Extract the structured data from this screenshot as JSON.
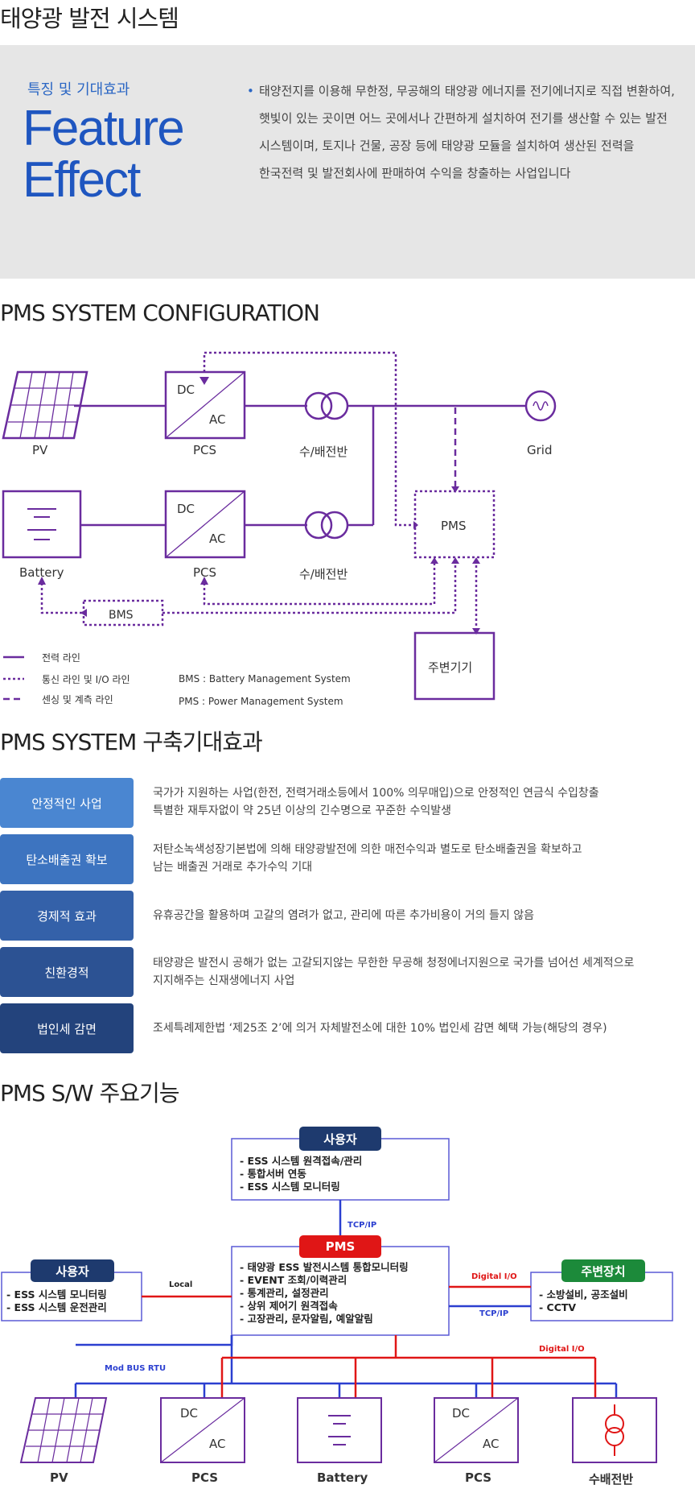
{
  "page_title": "태양광 발전 시스템",
  "feature": {
    "subtitle": "특징 및 기대효과",
    "big_line1": "Feature",
    "big_line2": "Effect",
    "bullet": "•",
    "lines": [
      "태양전지를 이용해 무한정, 무공해의 태양광 에너지를 전기에너지로 직접 변환하여,",
      "햇빛이 있는 곳이면 어느 곳에서나 간편하게 설치하여 전기를 생산할 수 있는 발전",
      "시스템이며, 토지나 건물, 공장 등에 태양광 모듈을 설치하여 생산된 전력을",
      "한국전력 및 발전회사에 판매하여 수익을 창출하는 사업입니다"
    ]
  },
  "config": {
    "title": "PMS SYSTEM CONFIGURATION",
    "pv": "PV",
    "pcs1": "PCS",
    "pcs2": "PCS",
    "dc": "DC",
    "ac": "AC",
    "switchboard1": "수/배전반",
    "switchboard2": "수/배전반",
    "grid": "Grid",
    "battery": "Battery",
    "pms": "PMS",
    "bms": "BMS",
    "peripheral": "주변기기",
    "legend": {
      "power": "전력 라인",
      "comm": "통신 라인 및 I/O 라인",
      "sensing": "센싱 및 계측 라인",
      "bms_def": "BMS : Battery Management System",
      "pms_def": "PMS : Power Management System"
    },
    "colors": {
      "line": "#6a2c9e"
    }
  },
  "effects": {
    "title": "PMS SYSTEM 구축기대효과",
    "items": [
      {
        "label": "안정적인 사업",
        "color": "#4a86d1",
        "text1": "국가가 지원하는 사업(한전, 전력거래소등에서 100% 의무매입)으로 안정적인 연금식 수입창출",
        "text2": "특별한 재투자없이 약 25년 이상의 긴수명으로 꾸준한 수익발생"
      },
      {
        "label": "탄소배출권 확보",
        "color": "#3d74c0",
        "text1": "저탄소녹색성장기본법에 의해 태양광발전에 의한 매전수익과 별도로 탄소배출권을 확보하고",
        "text2": "남는 배출권 거래로 추가수익 기대"
      },
      {
        "label": "경제적 효과",
        "color": "#3461a9",
        "text1": "유휴공간을 활용하며 고갈의 염려가 없고, 관리에 따른 추가비용이 거의 들지 않음",
        "text2": ""
      },
      {
        "label": "친환경적",
        "color": "#2c5293",
        "text1": "태양광은 발전시 공해가 없는 고갈되지않는 무한한 무공해 청정에너지원으로 국가를 넘어선 세계적으로",
        "text2": "지지해주는 신재생에너지 사업"
      },
      {
        "label": "법인세 감면",
        "color": "#23437c",
        "text1": "조세특례제한법 ‘제25조 2’에 의거 자체발전소에 대한 10% 법인세 감면 혜택 가능(해당의 경우)",
        "text2": ""
      }
    ]
  },
  "sw": {
    "title": "PMS S/W 주요기능",
    "user_top": {
      "title": "사용자",
      "items": [
        "- ESS 시스템 원격접속/관리",
        "- 통합서버  연동",
        "- ESS 시스템 모니터링"
      ]
    },
    "pms": {
      "title": "PMS",
      "items": [
        "- 태양광 ESS 발전시스템 통합모니터링",
        "- EVENT 조회/이력관리",
        "- 통계관리, 설정관리",
        "- 상위 제어기 원격접속",
        "- 고장관리, 문자알림, 예알알림"
      ]
    },
    "user_left": {
      "title": "사용자",
      "items": [
        "- ESS 시스템 모니터링",
        "- ESS 시스템 운전관리"
      ]
    },
    "peripheral": {
      "title": "주변장치",
      "items": [
        "- 소방설비, 공조설비",
        "- CCTV"
      ]
    },
    "labels": {
      "tcpip_top": "TCP/IP",
      "local": "Local",
      "digital_io_right": "Digital I/O",
      "tcpip_right": "TCP/IP",
      "digital_io_bottom": "Digital I/O",
      "modbus": "Mod BUS RTU"
    },
    "bottom": {
      "pv": "PV",
      "pcs1": "PCS",
      "battery": "Battery",
      "pcs2": "PCS",
      "switchboard": "수배전반",
      "dc": "DC",
      "ac": "AC"
    },
    "colors": {
      "navy": "#1e3a6e",
      "red": "#e01616",
      "green": "#1c8a3a",
      "box_border": "#5a5ad6",
      "blue_line": "#2b3fd0"
    }
  }
}
